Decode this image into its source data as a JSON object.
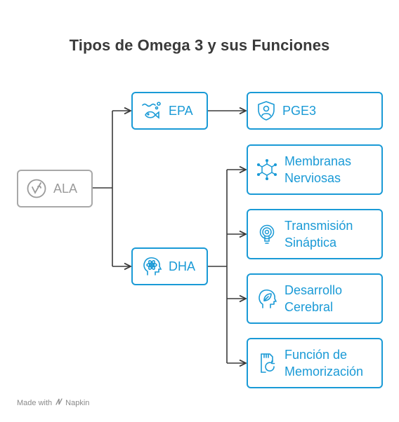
{
  "title": "Tipos de Omega 3 y sus Funciones",
  "colors": {
    "accent": "#1a9ad6",
    "root": "#a8a8a8",
    "line": "#3a3a3a"
  },
  "nodes": {
    "ala": {
      "label": "ALA",
      "icon": "omega-leaf-icon"
    },
    "epa": {
      "label": "EPA",
      "icon": "fish-water-icon"
    },
    "dha": {
      "label": "DHA",
      "icon": "head-atom-icon"
    },
    "pge3": {
      "label": "PGE3",
      "icon": "shield-person-icon"
    },
    "membranas": {
      "label": "Membranas Nerviosas",
      "icon": "molecule-network-icon"
    },
    "transmision": {
      "label": "Transmisión Sináptica",
      "icon": "signal-head-icon"
    },
    "desarrollo": {
      "label": "Desarrollo Cerebral",
      "icon": "head-leaf-icon"
    },
    "memorizacion": {
      "label": "Función de Memorización",
      "icon": "memory-card-refresh-icon"
    }
  },
  "footer": {
    "made_with": "Made with",
    "brand": "Napkin"
  }
}
